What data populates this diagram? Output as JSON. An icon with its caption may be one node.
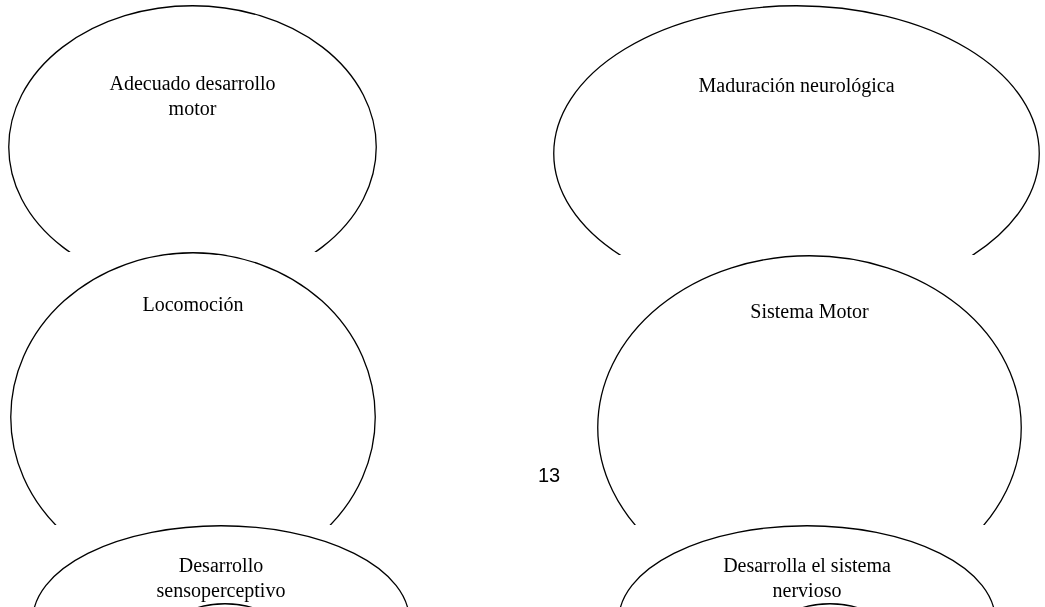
{
  "diagram": {
    "nodes": [
      {
        "text": [
          "Adecuado desarrollo motor"
        ]
      },
      {
        "text": [
          "Locomoción"
        ]
      },
      {
        "text": [
          "Desarrollo sensoperceptivo"
        ]
      },
      {
        "text": [],
        "shape": "ellipse",
        "in": 2
      },
      {
        "text": [
          "Maduración neurológica"
        ]
      },
      {
        "text": [
          "Sistema Motor"
        ]
      },
      {
        "text": [
          "Desarrolla el sistema nervioso"
        ]
      },
      {
        "text": [],
        "shape": "ellipse",
        "in": 6
      }
    ],
    "labels": [
      "13"
    ]
  }
}
